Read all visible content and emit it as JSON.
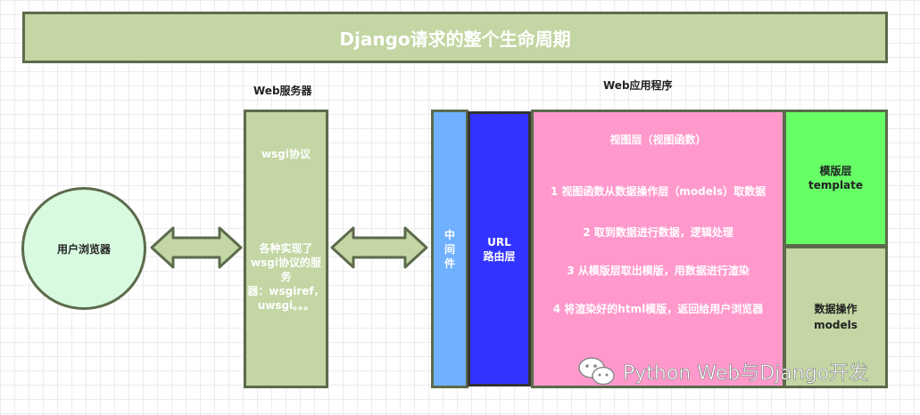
{
  "title": "Django请求的整个生命周期",
  "labels": {
    "web_server": "Web服务器",
    "web_app": "Web应用程序"
  },
  "browser": "用户浏览器",
  "web_server_box": {
    "protocol": "wsgi协议",
    "desc_lines": [
      "各种实现了",
      "wsgi协议的服",
      "务",
      "器：wsgiref，",
      "uwsgi。。。"
    ]
  },
  "middleware": [
    "中",
    "间",
    "件"
  ],
  "router": [
    "URL",
    "路由层"
  ],
  "view_layer": {
    "heading": "视图层（视图函数）",
    "steps": [
      "1 视图函数从数据操作层（models）取数据",
      "2 取到数据进行数据，逻辑处理",
      "3 从模版层取出模版，用数据进行渲染",
      "4 将渲染好的html模版，返回给用户浏览器"
    ]
  },
  "template_layer": [
    "模版层",
    "template"
  ],
  "model_layer": [
    "数据操作",
    "models"
  ],
  "watermark": "Python Web与Django开发",
  "colors": {
    "title_bg": "#c3d6a3",
    "browser_bg": "#d8fadf",
    "middleware_bg": "#6fb0ff",
    "router_bg": "#3333ff",
    "view_bg": "#ff99cc",
    "template_bg": "#66ff66",
    "model_bg": "#c3d6a3",
    "border": "#5c6b4c"
  }
}
